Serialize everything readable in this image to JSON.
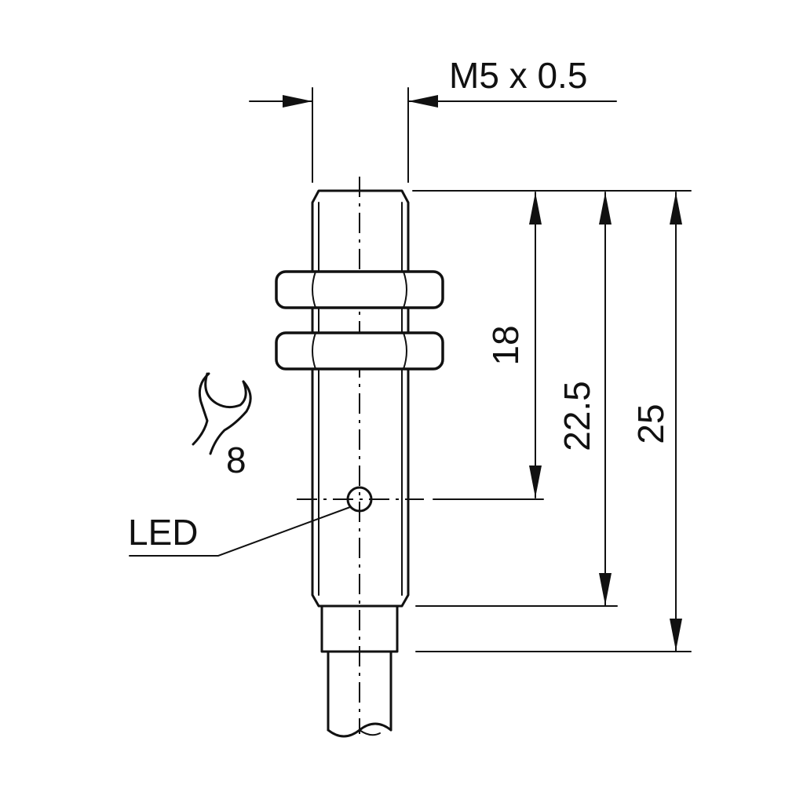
{
  "labels": {
    "thread": "M5 x 0.5",
    "dim_led": "18",
    "dim_body": "22.5",
    "dim_total": "25",
    "wrench_size": "8",
    "led": "LED"
  },
  "colors": {
    "ink": "#111111",
    "background": "#ffffff"
  }
}
